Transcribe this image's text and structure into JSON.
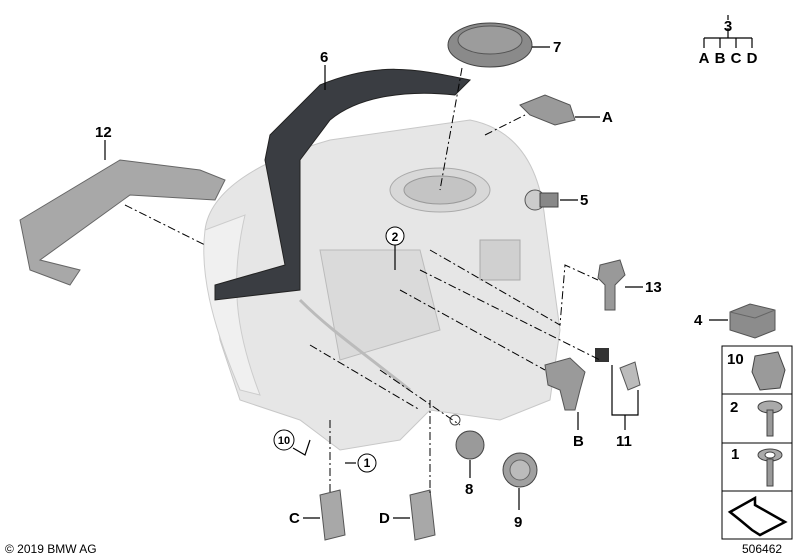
{
  "diagram": {
    "callouts": {
      "p12": "12",
      "p6": "6",
      "p7": "7",
      "pA": "A",
      "p5": "5",
      "p2": "2",
      "p13": "13",
      "p4": "4",
      "pB": "B",
      "p11": "11",
      "p10": "10",
      "p1": "1",
      "p8": "8",
      "p9": "9",
      "pC": "C",
      "pD": "D"
    },
    "set_legend": {
      "parent": "3",
      "children": [
        "A",
        "B",
        "C",
        "D"
      ]
    },
    "side_panel": {
      "items": [
        "10",
        "2",
        "1"
      ]
    },
    "copyright": "© 2019 BMW AG",
    "diagram_number": "506462"
  }
}
